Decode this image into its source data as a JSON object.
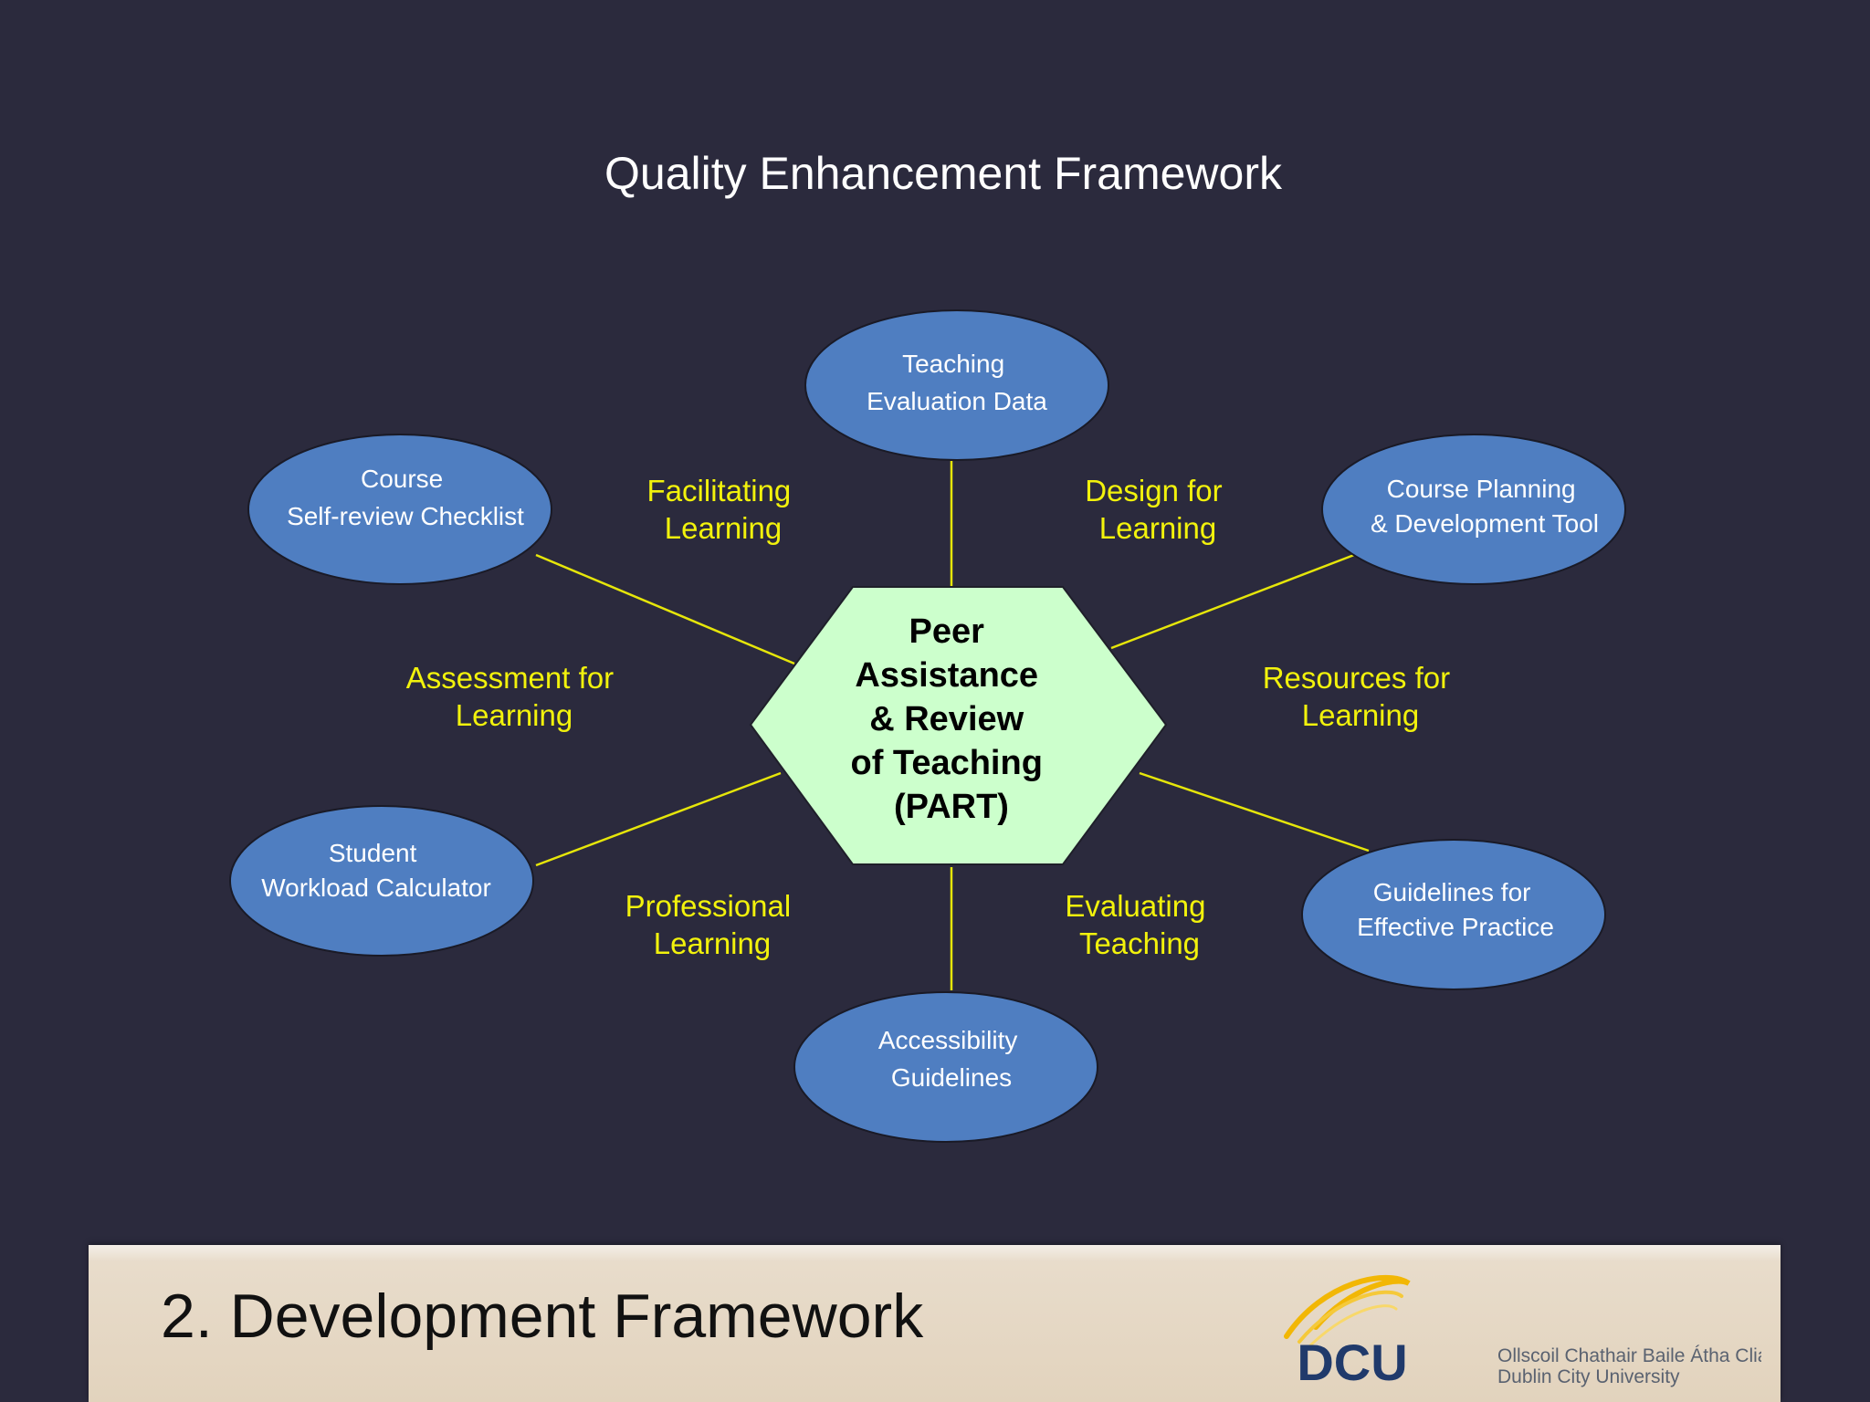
{
  "slide": {
    "title": "Quality Enhancement Framework"
  },
  "hub": {
    "lines": [
      "Peer",
      "Assistance",
      "& Review",
      "of Teaching",
      "(PART)"
    ],
    "fill": "#ccffcc"
  },
  "nodes": {
    "teaching_evaluation": {
      "lines": [
        "Teaching",
        "Evaluation Data"
      ]
    },
    "course_self_review": {
      "lines": [
        "Course",
        "Self-review Checklist"
      ]
    },
    "course_planning": {
      "lines": [
        "Course Planning",
        "& Development Tool"
      ]
    },
    "student_workload": {
      "lines": [
        "Student",
        "Workload Calculator"
      ]
    },
    "guidelines_practice": {
      "lines": [
        "Guidelines for",
        "Effective Practice"
      ]
    },
    "accessibility": {
      "lines": [
        "Accessibility",
        "Guidelines"
      ]
    }
  },
  "edge_labels": {
    "facilitating": {
      "lines": [
        "Facilitating",
        "Learning"
      ]
    },
    "design": {
      "lines": [
        "Design for",
        "Learning"
      ]
    },
    "assessment": {
      "lines": [
        "Assessment for",
        "Learning"
      ]
    },
    "resources": {
      "lines": [
        "Resources for",
        "Learning"
      ]
    },
    "professional": {
      "lines": [
        "Professional",
        "Learning"
      ]
    },
    "evaluating": {
      "lines": [
        "Evaluating",
        "Teaching"
      ]
    }
  },
  "footer": {
    "title": "2. Development Framework",
    "logo_text": "DCU",
    "logo_irish": "Ollscoil Chathair Baile Átha Cliath",
    "logo_english": "Dublin City University"
  },
  "colors": {
    "background": "#2b2a3d",
    "node_fill": "#4f7ec1",
    "connector": "#e6e60a",
    "edge_label": "#f2f20c"
  }
}
